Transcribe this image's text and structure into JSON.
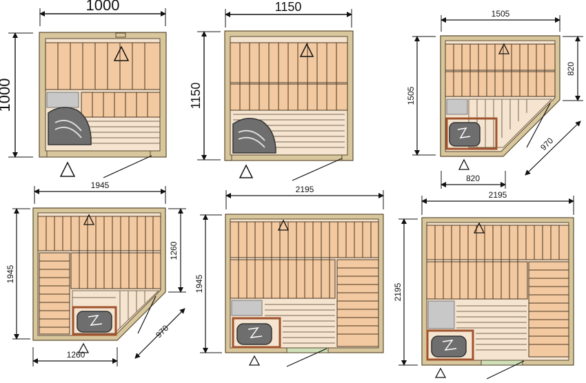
{
  "plans": [
    {
      "id": "p1",
      "width_label": "1000",
      "height_label": "1000",
      "top_label_size": "large"
    },
    {
      "id": "p2",
      "width_label": "1150",
      "height_label": "1150",
      "top_label_size": "large"
    },
    {
      "id": "p3",
      "width_label": "1505",
      "height_label": "1505",
      "right_label": "820",
      "bottom_label": "820",
      "diagonal_label": "970"
    },
    {
      "id": "p4",
      "width_label": "1945",
      "height_label": "1945",
      "right_label": "1260",
      "bottom_label": "1260",
      "diagonal_label": "970"
    },
    {
      "id": "p5",
      "width_label": "2195",
      "height_label": "1945"
    },
    {
      "id": "p6",
      "width_label": "2195",
      "height_label": "2195"
    }
  ],
  "colors": {
    "wall": "#d8c79c",
    "wall_stroke": "#5a4a30",
    "bench": "#f2c9a0",
    "bench_stroke": "#4a3520",
    "floor": "#f4e4d0",
    "stone": "#c8c8c8",
    "heater": "#6e6e6e",
    "glass": "#cfe0b8"
  },
  "icons": [
    "door-triangle-icon",
    "heater-icon"
  ]
}
